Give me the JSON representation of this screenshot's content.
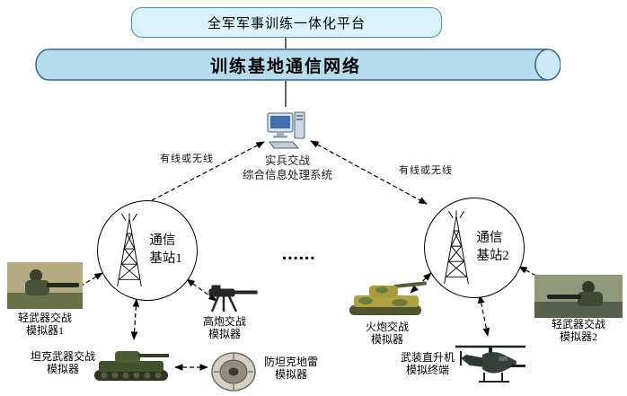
{
  "platform": {
    "label": "全军军事训练一体化平台"
  },
  "network": {
    "label": "训练基地通信网络"
  },
  "processing_system": {
    "label": "实兵交战\n综合信息处理系统",
    "icon": "computer-icon"
  },
  "links": {
    "left_label": "有线或无线",
    "right_label": "有线或无线"
  },
  "stations": {
    "station1": {
      "label": "通信\n基站1",
      "icon": "antenna-tower-icon"
    },
    "station2": {
      "label": "通信\n基站2",
      "icon": "antenna-tower-icon"
    },
    "ellipsis": "......"
  },
  "simulators": {
    "light_weapon_1": {
      "label": "轻武器交战\n模拟器1",
      "icon": "soldier-icon"
    },
    "tank_weapon": {
      "label": "坦克武器交战\n模拟器",
      "icon": "tank-icon"
    },
    "aa_gun": {
      "label": "高炮交战\n模拟器",
      "icon": "aa-gun-icon"
    },
    "antitank_mine": {
      "label": "防坦克地雷\n模拟器",
      "icon": "mine-icon"
    },
    "artillery": {
      "label": "火炮交战\n模拟器",
      "icon": "artillery-icon"
    },
    "helicopter": {
      "label": "武装直升机\n模拟终端",
      "icon": "helicopter-icon"
    },
    "light_weapon_2": {
      "label": "轻武器交战\n模拟器2",
      "icon": "soldier-icon"
    }
  },
  "colors": {
    "platform_fill": "#d9f3fc",
    "platform_border": "#4d90b0",
    "cylinder_fill": "#b7dcee",
    "cylinder_border": "#34688c",
    "line": "#000000",
    "background": "#ffffff"
  }
}
